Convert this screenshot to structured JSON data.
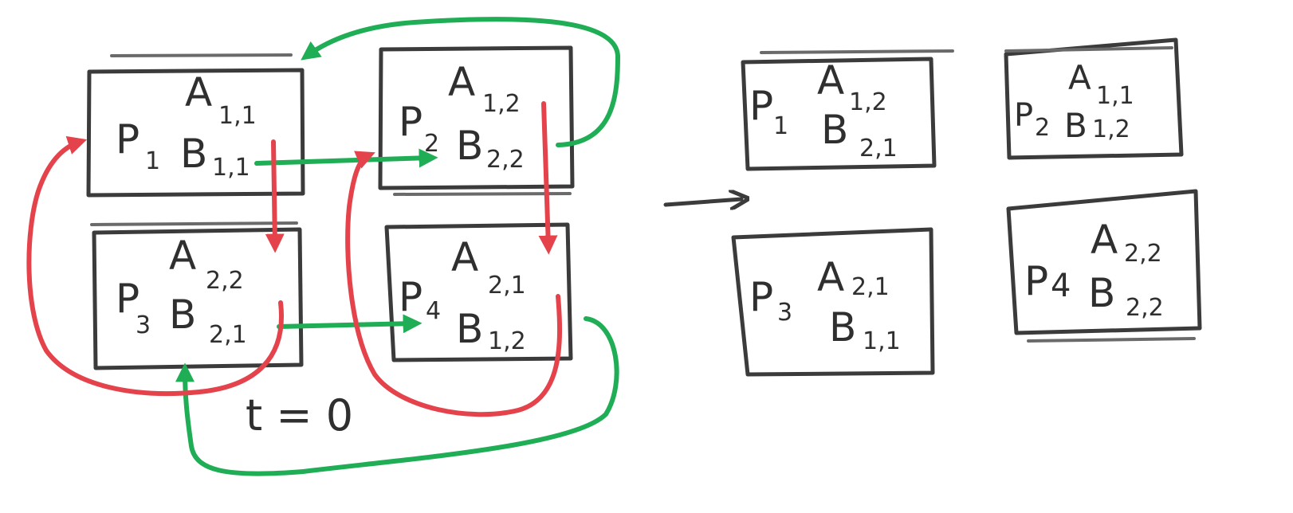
{
  "colors": {
    "ink": "#2f2f2f",
    "shift_row_arrow": "#1fae55",
    "shift_column_arrow": "#e5434c"
  },
  "before": {
    "caption": "t = 0",
    "cells": [
      {
        "processor": "P",
        "processor_index": "1",
        "a_label": "A",
        "a_index": "1,1",
        "b_label": "B",
        "b_index": "1,1"
      },
      {
        "processor": "P",
        "processor_index": "2",
        "a_label": "A",
        "a_index": "1,2",
        "b_label": "B",
        "b_index": "2,2"
      },
      {
        "processor": "P",
        "processor_index": "3",
        "a_label": "A",
        "a_index": "2,2",
        "b_label": "B",
        "b_index": "2,1"
      },
      {
        "processor": "P",
        "processor_index": "4",
        "a_label": "A",
        "a_index": "2,1",
        "b_label": "B",
        "b_index": "1,2"
      }
    ]
  },
  "after": {
    "cells": [
      {
        "processor": "P",
        "processor_index": "1",
        "a_label": "A",
        "a_index": "1,2",
        "b_label": "B",
        "b_index": "2,1"
      },
      {
        "processor": "P",
        "processor_index": "2",
        "a_label": "A",
        "a_index": "1,1",
        "b_label": "B",
        "b_index": "1,2"
      },
      {
        "processor": "P",
        "processor_index": "3",
        "a_label": "A",
        "a_index": "2,1",
        "b_label": "B",
        "b_index": "1,1"
      },
      {
        "processor": "P",
        "processor_index": "4",
        "a_label": "A",
        "a_index": "2,2",
        "b_label": "B",
        "b_index": "2,2"
      }
    ]
  }
}
